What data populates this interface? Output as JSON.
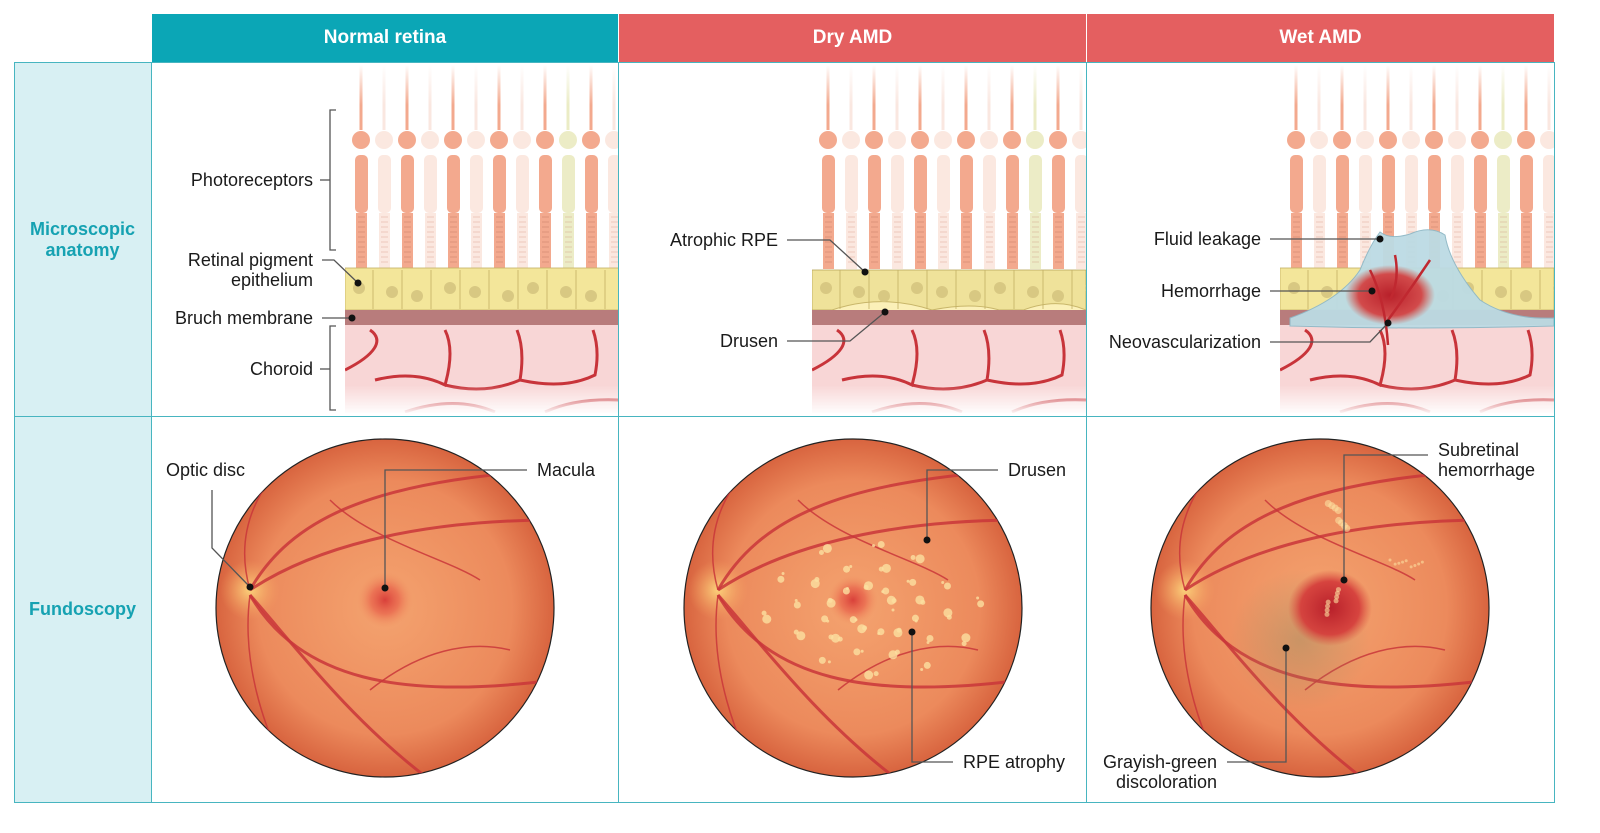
{
  "columns": [
    "Normal retina",
    "Dry AMD",
    "Wet AMD"
  ],
  "rows": {
    "microscopic": "Microscopic anatomy",
    "fundoscopy": "Fundoscopy"
  },
  "normal_micro": {
    "photoreceptors": "Photoreceptors",
    "rpe_line1": "Retinal pigment",
    "rpe_line2": "epithelium",
    "bruch": "Bruch membrane",
    "choroid": "Choroid"
  },
  "dry_micro": {
    "atrophic_rpe": "Atrophic RPE",
    "drusen": "Drusen"
  },
  "wet_micro": {
    "fluid": "Fluid leakage",
    "hemorrhage": "Hemorrhage",
    "neovascularization": "Neovascularization"
  },
  "normal_fundus": {
    "optic_disc": "Optic disc",
    "macula": "Macula"
  },
  "dry_fundus": {
    "drusen": "Drusen",
    "rpe_atrophy": "RPE atrophy"
  },
  "wet_fundus": {
    "subretinal_line1": "Subretinal",
    "subretinal_line2": "hemorrhage",
    "grayish_line1": "Grayish-green",
    "grayish_line2": "discoloration"
  },
  "colors": {
    "normal_header": "#0ba6b6",
    "amd_header": "#e45f60",
    "row_label_bg": "#d8f0f3",
    "row_label_text": "#16a2b2",
    "grid": "#47b5c0"
  }
}
